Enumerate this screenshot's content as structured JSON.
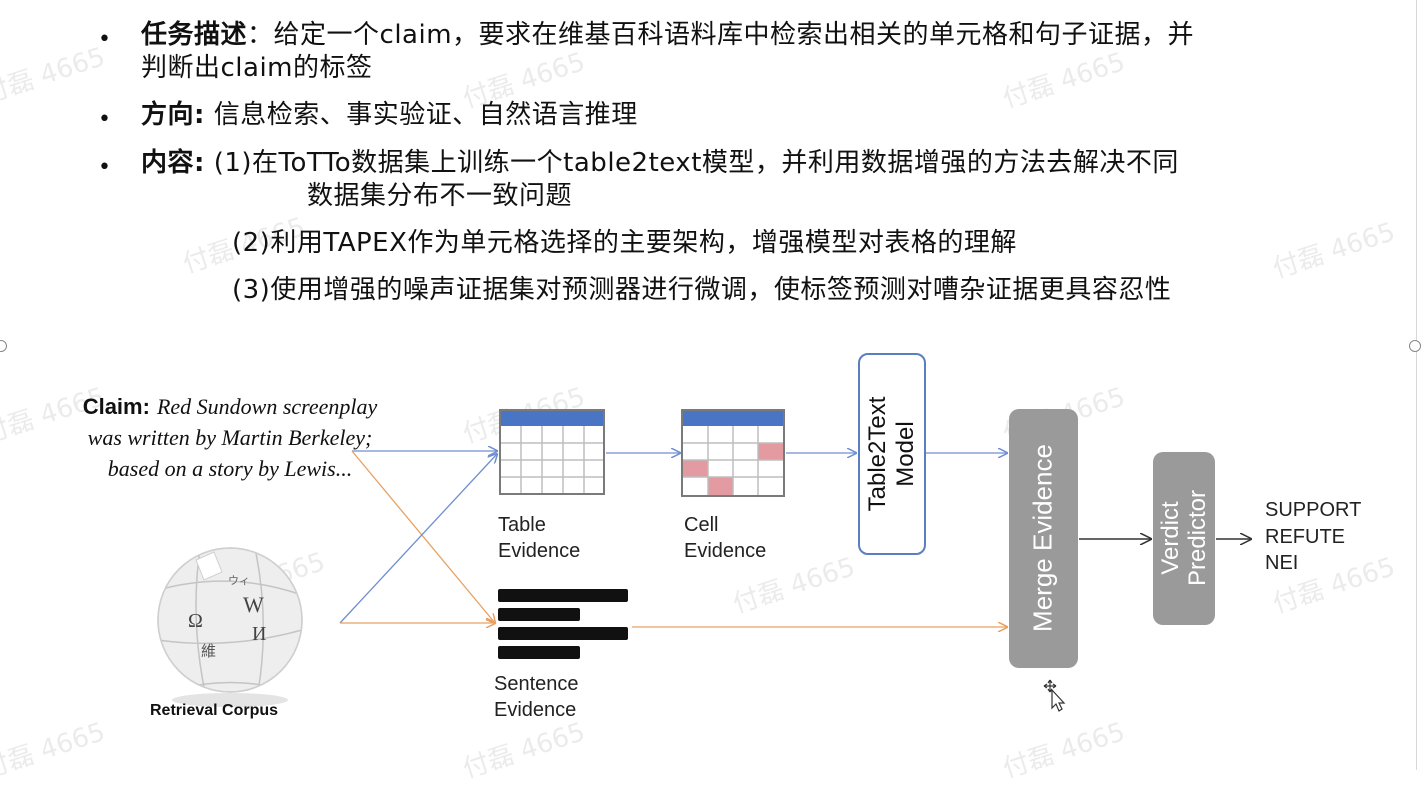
{
  "bullets": {
    "task_label": "任务描述",
    "task_colon": "：",
    "task_text_line1": "给定一个claim，要求在维基百科语料库中检索出相关的单元格和句子证据，并",
    "task_text_line2": "判断出claim的标签",
    "direction_label": "方向",
    "direction_colon": ":",
    "direction_text": "信息检索、事实验证、自然语言推理",
    "content_label": "内容",
    "content_colon": ":",
    "content_item1_line1": "(1)在ToTTo数据集上训练一个table2text模型，并利用数据增强的方法去解决不同",
    "content_item1_line2": "数据集分布不一致问题",
    "content_item2": "(2)利用TAPEX作为单元格选择的主要架构，增强模型对表格的理解",
    "content_item3": "(3)使用增强的噪声证据集对预测器进行微调，使标签预测对嘈杂证据更具容忍性",
    "bullet_char": "•"
  },
  "diagram": {
    "claim_label": "Claim:",
    "claim_text": "Red Sundown screenplay was written by Martin Berkeley; based on a story by Lewis...",
    "retrieval_corpus": "Retrieval Corpus",
    "table_evidence_1": "Table",
    "table_evidence_2": "Evidence",
    "cell_evidence_1": "Cell",
    "cell_evidence_2": "Evidence",
    "sentence_evidence_1": "Sentence",
    "sentence_evidence_2": "Evidence",
    "table2text_1": "Table2Text",
    "table2text_2": "Model",
    "merge_evidence": "Merge Evidence",
    "verdict_1": "Verdict",
    "verdict_2": "Predictor",
    "outputs": [
      "SUPPORT",
      "REFUTE",
      "NEI"
    ],
    "globe_glyphs": [
      "W",
      "Ω",
      "И",
      "維",
      "ウィ"
    ]
  },
  "watermark": "付磊 4665",
  "colors": {
    "blue_arrow": "#6f8fd0",
    "orange_arrow": "#e8a060",
    "table_header": "#4a74c4",
    "cell_highlight": "#e39aa0",
    "box_gray": "#9a9a9a"
  }
}
